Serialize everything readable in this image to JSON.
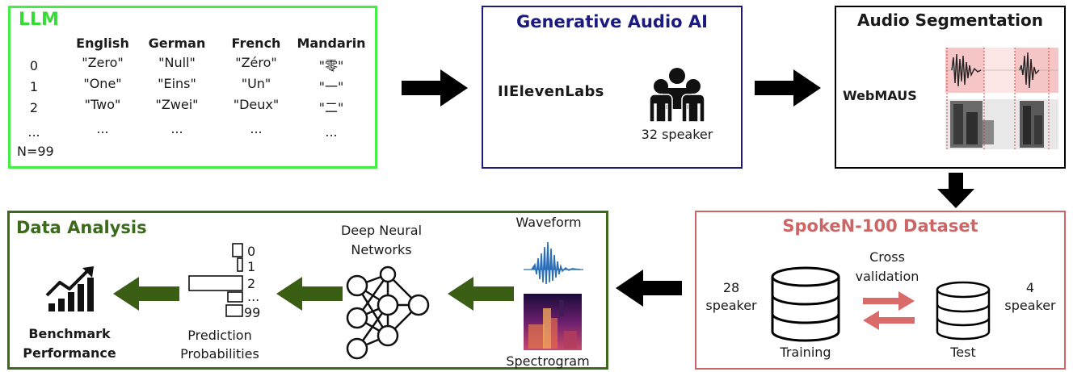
{
  "llm": {
    "title": "LLM",
    "title_color": "#33dd33",
    "headers": [
      "English",
      "German",
      "French",
      "Mandarin"
    ],
    "rows": [
      {
        "index": "0",
        "values": [
          "\"Zero\"",
          "\"Null\"",
          "\"Zéro\"",
          "\"零\""
        ]
      },
      {
        "index": "1",
        "values": [
          "\"One\"",
          "\"Eins\"",
          "\"Un\"",
          "\"一\""
        ]
      },
      {
        "index": "2",
        "values": [
          "\"Two\"",
          "\"Zwei\"",
          "\"Deux\"",
          "\"二\""
        ]
      },
      {
        "index": "...",
        "values": [
          "...",
          "...",
          "...",
          "..."
        ]
      }
    ],
    "count": "N=99"
  },
  "generative": {
    "title": "Generative Audio AI",
    "title_color": "#1a1a80",
    "vendor": "IIElevenLabs",
    "speaker_icon": "people-group-icon",
    "speaker_label": "32 speaker"
  },
  "segmentation": {
    "title": "Audio Segmentation",
    "tool": "WebMAUS",
    "image_icon": "waveform-spectrogram-image"
  },
  "dataset": {
    "title": "SpokeN-100 Dataset",
    "title_color": "#cc6666",
    "train_speakers_num": "28",
    "train_speakers_word": "speaker",
    "test_speakers_num": "4",
    "test_speakers_word": "speaker",
    "cross_line1": "Cross",
    "cross_line2": "validation",
    "train_label": "Training",
    "test_label": "Test"
  },
  "analysis": {
    "title": "Data Analysis",
    "title_color": "#3a6a1a",
    "benchmark_line1": "Benchmark",
    "benchmark_line2": "Performance",
    "prob_labels": [
      "0",
      "1",
      "2",
      "...",
      "99"
    ],
    "prob_line1": "Prediction",
    "prob_line2": "Probabilities",
    "dnn_line1": "Deep Neural",
    "dnn_line2": "Networks",
    "waveform_label": "Waveform",
    "spectrogram_label": "Spectrogram"
  },
  "colors": {
    "llm_border": "#44ee44",
    "gen_border": "#1a1a80",
    "seg_border": "#000000",
    "dataset_border": "#cc6666",
    "analysis_border": "#3a6a1a",
    "green_arrow": "#3a5e14",
    "black_arrow": "#000000",
    "cross_arrow": "#d96b6b",
    "waveform_blue": "#2a6fb8"
  }
}
